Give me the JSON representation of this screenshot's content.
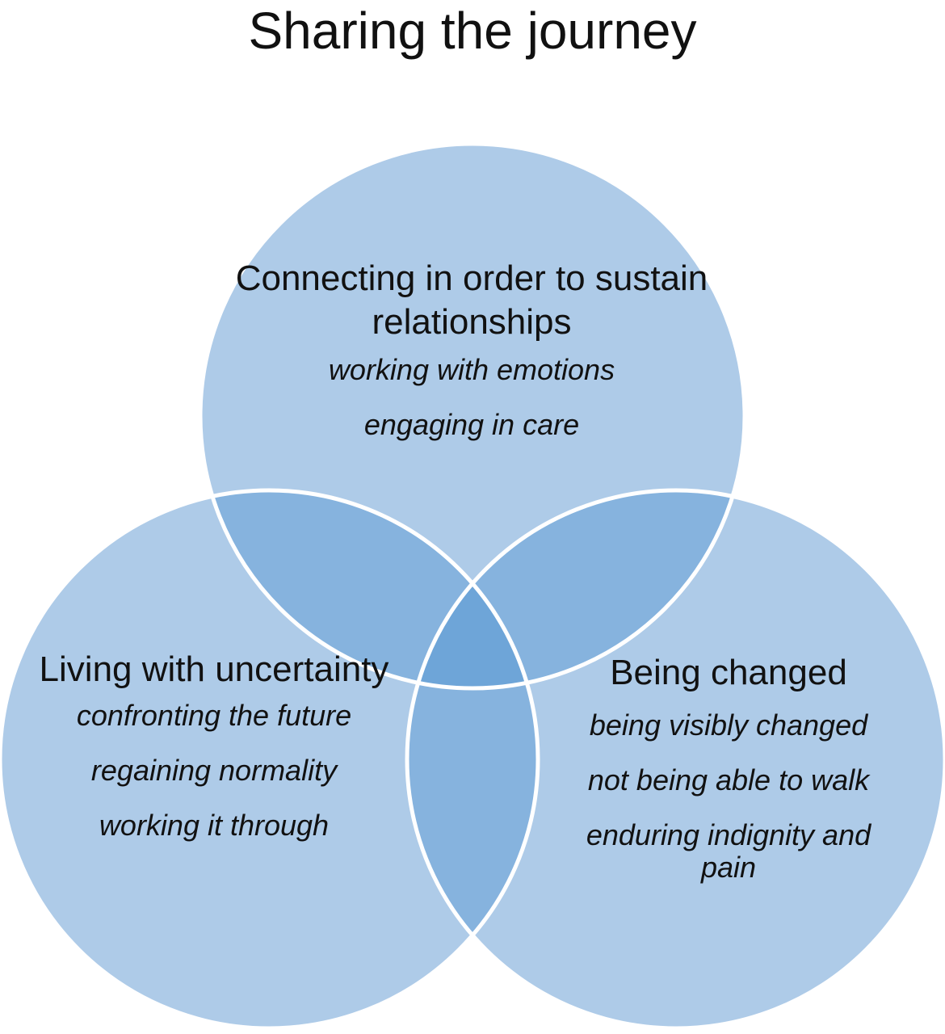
{
  "title": "Sharing the journey",
  "colors": {
    "circle_fill": "#aecbe8",
    "overlap_two": "#86b3de",
    "overlap_three": "#6ea5d8",
    "outline": "#ffffff"
  },
  "circles": [
    {
      "id": "top",
      "heading": "Connecting in order to sustain relationships",
      "items": [
        "working with emotions",
        "engaging in care"
      ]
    },
    {
      "id": "left",
      "heading": "Living with uncertainty",
      "items": [
        "confronting the future",
        "regaining normality",
        "working it through"
      ]
    },
    {
      "id": "right",
      "heading": "Being changed",
      "items": [
        "being visibly changed",
        "not being able to walk",
        "enduring indignity and pain"
      ]
    }
  ]
}
